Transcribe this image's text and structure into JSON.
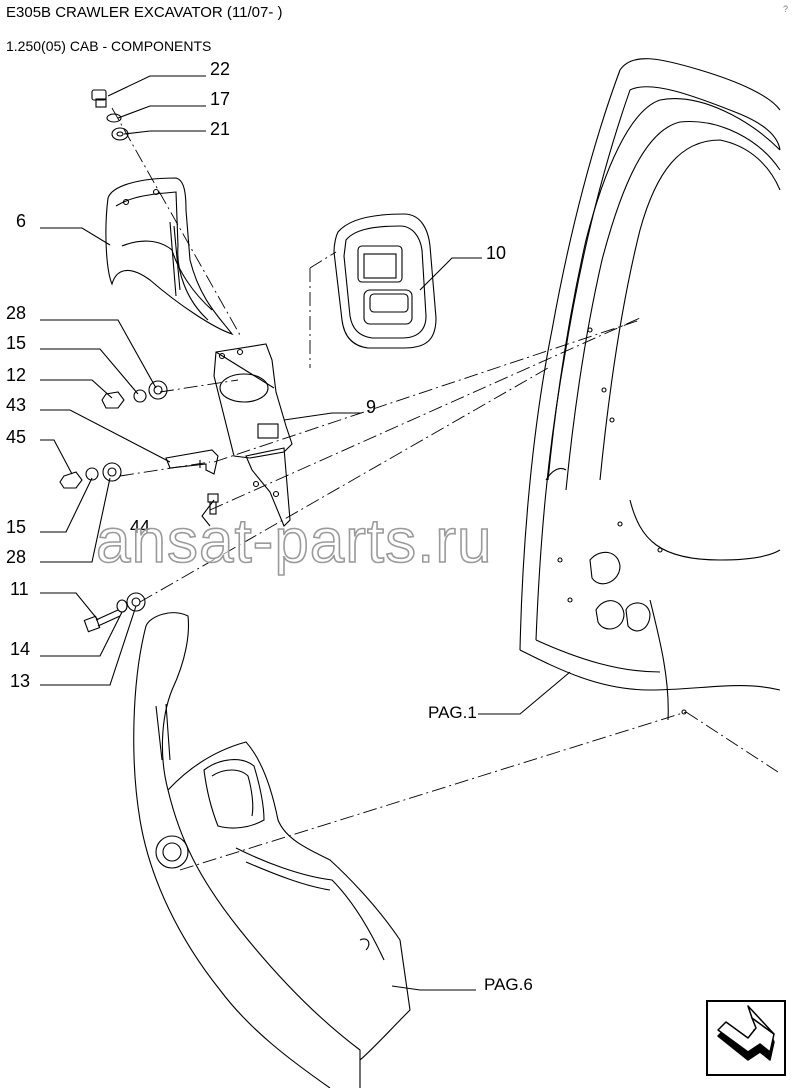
{
  "header": {
    "title": "E305B CRAWLER EXCAVATOR (11/07- )",
    "subtitle": "1.250(05) CAB - COMPONENTS",
    "corner_mark": "?"
  },
  "callouts": {
    "c22": "22",
    "c17": "17",
    "c21": "21",
    "c6": "6",
    "c10": "10",
    "c28a": "28",
    "c15a": "15",
    "c12": "12",
    "c9": "9",
    "c43": "43",
    "c45": "45",
    "c15b": "15",
    "c44": "44",
    "c28b": "28",
    "c11": "11",
    "c14": "14",
    "c13": "13"
  },
  "page_refs": {
    "pag1": "PAG.1",
    "pag6": "PAG.6"
  },
  "watermark": "ansat-parts.ru",
  "nav": {
    "icon": "next-page-arrow-icon"
  }
}
